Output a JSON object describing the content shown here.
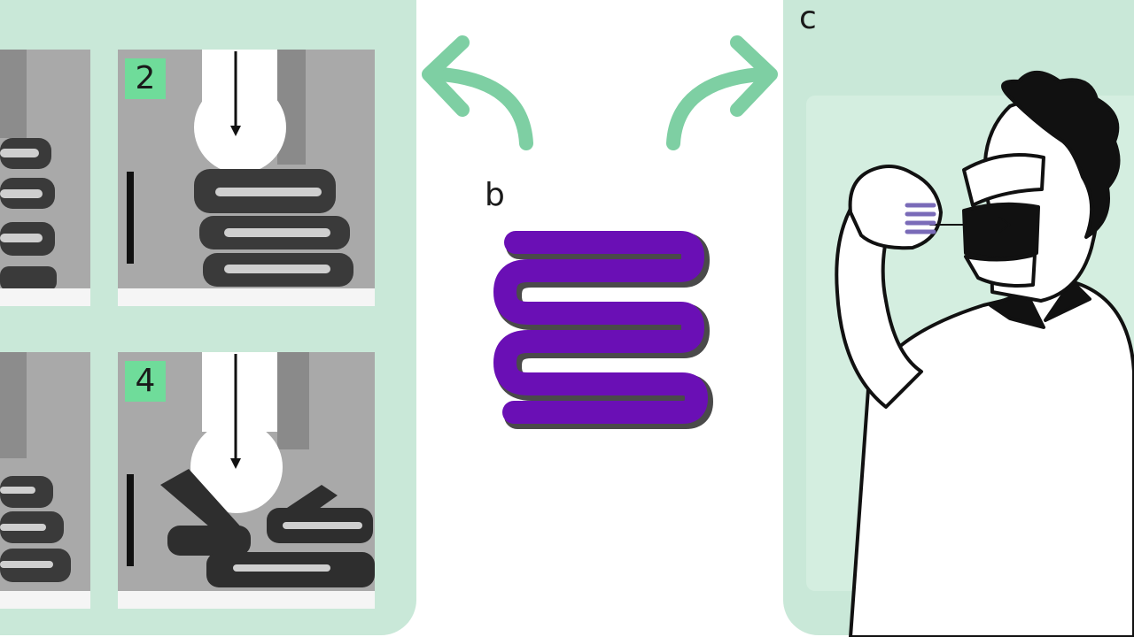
{
  "panels": {
    "b": {
      "label": "b"
    },
    "c": {
      "label": "c"
    }
  },
  "photos": {
    "top_right": {
      "number": "2"
    },
    "bottom_right": {
      "number": "4"
    }
  },
  "colors": {
    "panel_bg": "#c9e8d8",
    "arrow": "#7ecfa3",
    "spring": "#6a0fb5",
    "badge": "#6fdc9a"
  }
}
